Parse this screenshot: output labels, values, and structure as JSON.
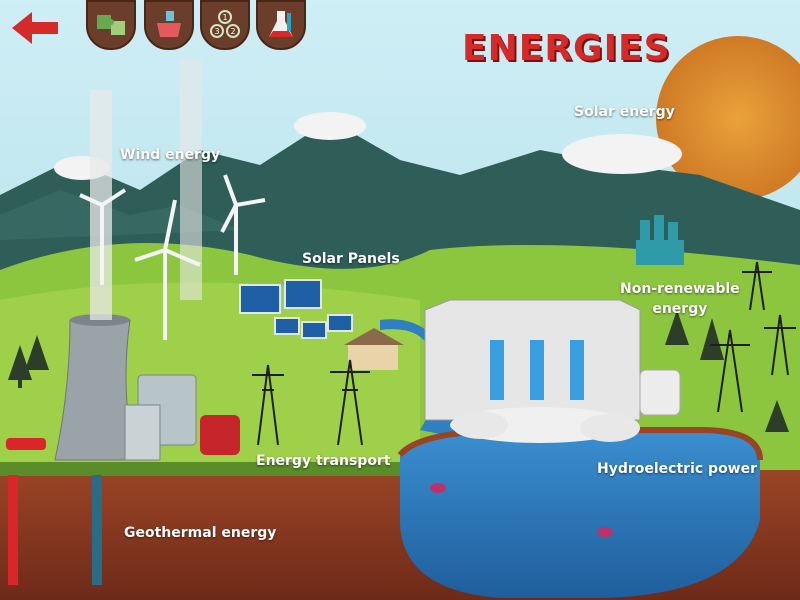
{
  "title": "ENERGIES",
  "toolbar": {
    "back_icon": "back-arrow-icon",
    "buttons": [
      {
        "icon": "puzzle-icon"
      },
      {
        "icon": "basket-icon"
      },
      {
        "icon": "numbers-icon"
      },
      {
        "icon": "flask-icon"
      }
    ]
  },
  "labels": {
    "wind": "Wind energy",
    "solar_panels": "Solar Panels",
    "solar_energy": "Solar energy",
    "non_renewable": "Non-renewable energy",
    "non_renewable_line1": "Non-renewable",
    "non_renewable_line2": "energy",
    "energy_transport": "Energy transport",
    "hydroelectric": "Hydroelectric power",
    "geothermal": "Geothermal energy"
  },
  "colors": {
    "sky": "#bfe6f0",
    "mountain": "#2f5e58",
    "grass": "#8cc63e",
    "soil": "#8a3b22",
    "water": "#2f7fc1",
    "title": "#d42a2a",
    "sun": "#e0902e"
  }
}
